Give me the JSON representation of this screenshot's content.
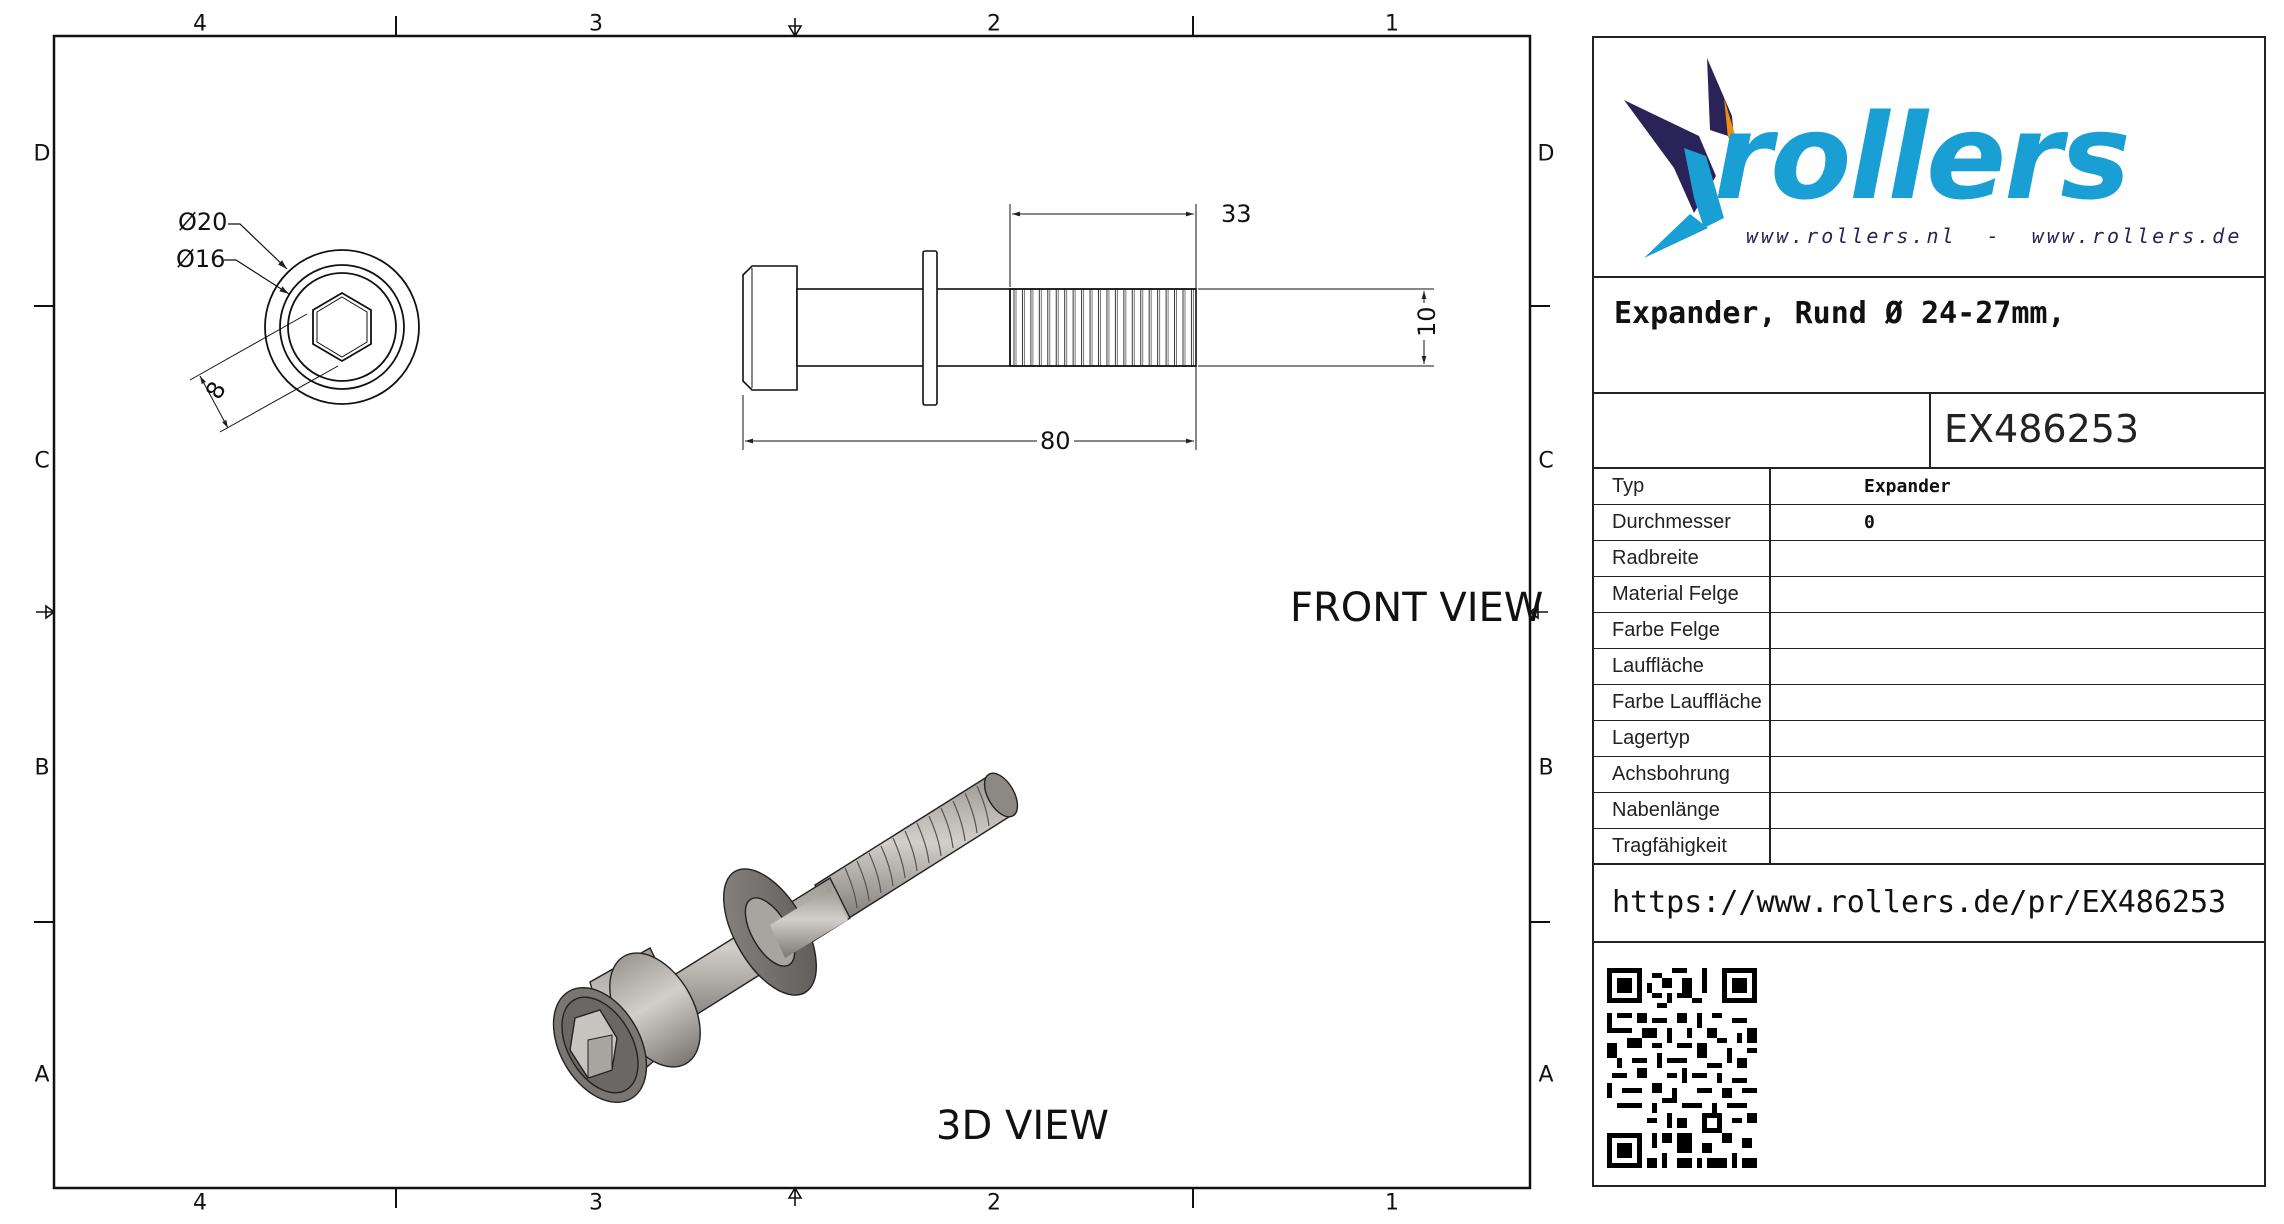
{
  "frame": {
    "columns_top": [
      "4",
      "3",
      "2",
      "1"
    ],
    "columns_bottom": [
      "4",
      "3",
      "2",
      "1"
    ],
    "rows_left": [
      "D",
      "C",
      "B",
      "A"
    ],
    "rows_right": [
      "D",
      "C",
      "B",
      "A"
    ]
  },
  "views": {
    "end_view": {
      "dims": {
        "outer_diameter": "Ø20",
        "inner_diameter": "Ø16",
        "hex_size": "8"
      }
    },
    "front_view": {
      "label": "FRONT VIEW",
      "dims": {
        "thread_length": "33",
        "total_length": "80",
        "thread_diameter": "10"
      }
    },
    "iso_view": {
      "label": "3D VIEW"
    }
  },
  "title_block": {
    "logo": {
      "wordmark": "rollers",
      "urls": "www.rollers.nl  -  www.rollers.de",
      "colors": {
        "blue": "#1a9fd4",
        "navy": "#2a2358",
        "orange": "#f0900a"
      }
    },
    "title": "Expander, Rund Ø 24-27mm,",
    "part_number": "EX486253",
    "properties": [
      {
        "label": "Typ",
        "value": "Expander"
      },
      {
        "label": "Durchmesser",
        "value": "0"
      },
      {
        "label": "Radbreite",
        "value": ""
      },
      {
        "label": "Material Felge",
        "value": ""
      },
      {
        "label": "Farbe Felge",
        "value": ""
      },
      {
        "label": "Lauffläche",
        "value": ""
      },
      {
        "label": "Farbe Lauffläche",
        "value": ""
      },
      {
        "label": "Lagertyp",
        "value": ""
      },
      {
        "label": "Achsbohrung",
        "value": ""
      },
      {
        "label": "Nabenlänge",
        "value": ""
      },
      {
        "label": "Tragfähigkeit",
        "value": ""
      }
    ],
    "url": "https://www.rollers.de/pr/EX486253",
    "qr_code": "qr-code"
  }
}
